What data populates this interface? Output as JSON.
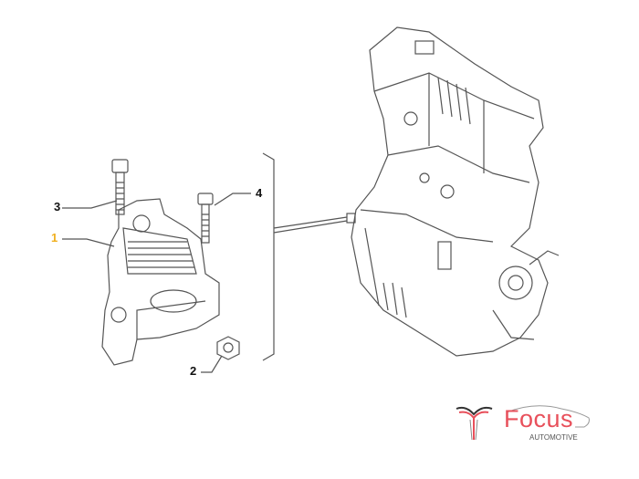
{
  "callouts": [
    {
      "id": "1",
      "highlighted": true
    },
    {
      "id": "2",
      "highlighted": false
    },
    {
      "id": "3",
      "highlighted": false
    },
    {
      "id": "4",
      "highlighted": false
    }
  ],
  "logo": {
    "brand": "Focus",
    "subtitle": "AUTOMOTIVE"
  },
  "colors": {
    "highlight": "#f0b020",
    "brand": "#e8505b",
    "line": "#444444"
  }
}
